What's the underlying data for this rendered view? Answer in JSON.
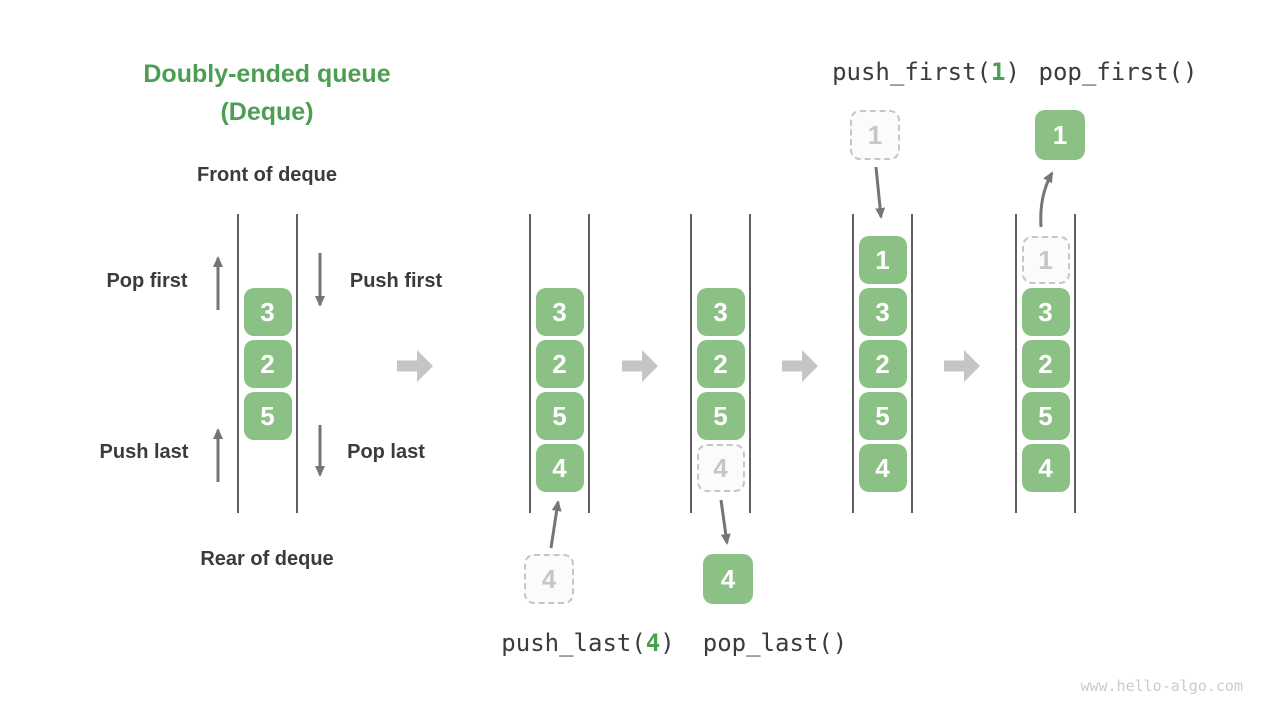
{
  "title": {
    "line1": "Doubly-ended queue",
    "line2": "(Deque)"
  },
  "labels": {
    "front": "Front of deque",
    "rear": "Rear of deque",
    "pop_first": "Pop first",
    "push_first": "Push first",
    "push_last": "Push last",
    "pop_last": "Pop last"
  },
  "code": {
    "push_first_pre": "push_first(",
    "push_first_arg": "1",
    "push_first_post": ")",
    "pop_first": "pop_first()",
    "push_last_pre": "push_last(",
    "push_last_arg": "4",
    "push_last_post": ")",
    "pop_last": "pop_last()"
  },
  "queues": [
    {
      "name": "deque-initial",
      "cells": [
        {
          "v": "3",
          "state": "solid"
        },
        {
          "v": "2",
          "state": "solid"
        },
        {
          "v": "5",
          "state": "solid"
        }
      ]
    },
    {
      "name": "deque-after-push-last",
      "cells": [
        {
          "v": "3",
          "state": "solid"
        },
        {
          "v": "2",
          "state": "solid"
        },
        {
          "v": "5",
          "state": "solid"
        },
        {
          "v": "4",
          "state": "solid"
        }
      ]
    },
    {
      "name": "deque-during-pop-last",
      "cells": [
        {
          "v": "3",
          "state": "solid"
        },
        {
          "v": "2",
          "state": "solid"
        },
        {
          "v": "5",
          "state": "solid"
        },
        {
          "v": "4",
          "state": "ghost"
        }
      ]
    },
    {
      "name": "deque-after-push-first",
      "cells": [
        {
          "v": "1",
          "state": "solid"
        },
        {
          "v": "3",
          "state": "solid"
        },
        {
          "v": "2",
          "state": "solid"
        },
        {
          "v": "5",
          "state": "solid"
        },
        {
          "v": "4",
          "state": "solid"
        }
      ]
    },
    {
      "name": "deque-during-pop-first",
      "cells": [
        {
          "v": "1",
          "state": "ghost"
        },
        {
          "v": "3",
          "state": "solid"
        },
        {
          "v": "2",
          "state": "solid"
        },
        {
          "v": "5",
          "state": "solid"
        },
        {
          "v": "4",
          "state": "solid"
        }
      ]
    }
  ],
  "floating": {
    "push_last_in": {
      "v": "4",
      "state": "ghost"
    },
    "pop_last_out": {
      "v": "4",
      "state": "solid"
    },
    "push_first_in": {
      "v": "1",
      "state": "ghost"
    },
    "pop_first_out": {
      "v": "1",
      "state": "solid"
    }
  },
  "watermark": "www.hello-algo.com",
  "colors": {
    "accent_green": "#8CC186",
    "title_green": "#4C9E50",
    "text_dark": "#3B3B3B",
    "line_gray": "#5F5F5F",
    "arrow_gray": "#757575",
    "block_arrow_gray": "#C5C5C5",
    "ghost_gray": "#C6C6C6"
  }
}
